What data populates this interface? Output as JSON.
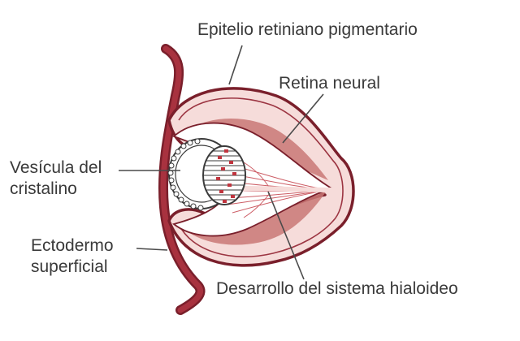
{
  "labels": {
    "rpe": "Epitelio retiniano pigmentario",
    "neural_retina": "Retina neural",
    "lens_vesicle": [
      "Vesícula del",
      "cristalino"
    ],
    "surface_ectoderm": [
      "Ectodermo",
      "superficial"
    ],
    "hyaloid_system": "Desarrollo del sistema hialoideo"
  },
  "colors": {
    "outline": "#7a1f2b",
    "ectoderm": "#9a2a38",
    "retina_fill": "#f6dcda",
    "cup_fill": "#ffffff",
    "neural_shade": "#c97876",
    "vessel": "#c0353f",
    "leader": "#4a4a4a",
    "text": "#3a3a3a"
  }
}
